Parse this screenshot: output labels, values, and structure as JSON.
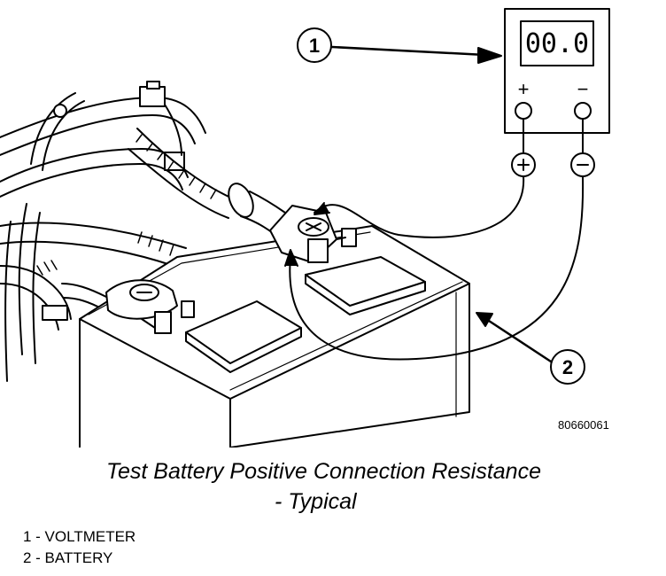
{
  "figure_id": "80660061",
  "caption": {
    "line1": "Test Battery Positive Connection Resistance",
    "line2": "- Typical"
  },
  "callouts": [
    {
      "number": "1",
      "label": "VOLTMETER"
    },
    {
      "number": "2",
      "label": "BATTERY"
    }
  ],
  "legend": [
    "1 - VOLTMETER",
    "2 - BATTERY"
  ],
  "voltmeter": {
    "display": "00.0",
    "plus_sign": "+",
    "minus_sign": "−"
  }
}
